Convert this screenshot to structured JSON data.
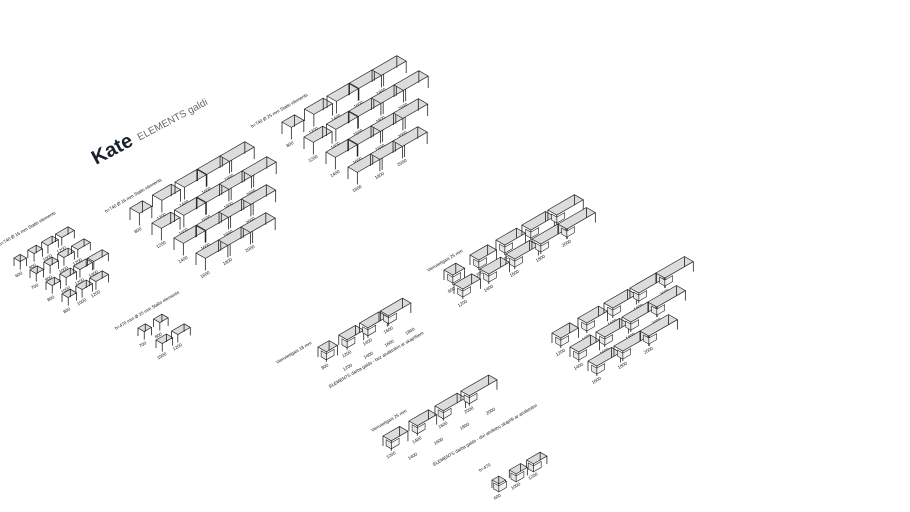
{
  "title": {
    "brand": "Kate",
    "subtitle": "ELEMENTS galdi"
  },
  "colors": {
    "top_fill": "#dcdcdc",
    "stroke": "#222222",
    "brand": "#1a2230",
    "subtitle": "#666666"
  },
  "groups": [
    {
      "id": "top",
      "label": "h=740   Ø 25 mm Stalto elements",
      "pedestal": false,
      "rows": [
        [
          "800",
          "1200",
          "1400",
          "1600",
          "1800"
        ],
        [
          "1200",
          "1400",
          "1600",
          "1800",
          "2000"
        ],
        [
          "1400",
          "1600",
          "1800",
          "2000"
        ],
        [
          "1600",
          "1800",
          "2000"
        ]
      ]
    },
    {
      "id": "mid-left",
      "label": "h=740   Ø 16 mm Stalto elements",
      "pedestal": false,
      "rows": [
        [
          "800",
          "1200",
          "1400",
          "1600",
          "1800"
        ],
        [
          "1200",
          "1400",
          "1600",
          "1800",
          "2000"
        ],
        [
          "1400",
          "1600",
          "1800",
          "2000"
        ],
        [
          "1600",
          "1800",
          "2000"
        ]
      ]
    },
    {
      "id": "far-left",
      "label": "h=740   Ø 16 mm Stalto elements",
      "pedestal": false,
      "rows": [
        [
          "600",
          "800",
          "1000",
          "1200"
        ],
        [
          "700",
          "800",
          "1000",
          "1200"
        ],
        [
          "800",
          "1000",
          "1200",
          "1400"
        ],
        [
          "800",
          "1000",
          "1200"
        ]
      ]
    },
    {
      "id": "small",
      "label": "h=470 mm Ø 25 mm Stalto elements",
      "pedestal": false,
      "rows": [
        [
          "700",
          "800"
        ],
        [
          "1000",
          "1200"
        ]
      ]
    },
    {
      "id": "desk-25",
      "label": "Vienvietīgais 25 mm",
      "pedestal": true,
      "rows": [
        [
          "800",
          "1200",
          "1400",
          "1600",
          "1800"
        ],
        [
          "1200",
          "1400",
          "1600",
          "1800",
          "2000"
        ]
      ]
    },
    {
      "id": "desk-right",
      "label": "",
      "pedestal": true,
      "rows": [
        [
          "1200",
          "1400",
          "1600",
          "1800",
          "2000"
        ],
        [
          "1400",
          "1600",
          "1800",
          "2000"
        ],
        [
          "1600",
          "1800",
          "2000"
        ]
      ]
    },
    {
      "id": "single-18",
      "label": "Vienvietīgais 18 mm",
      "pedestal": true,
      "note": "ELEMENTS darba galds - bez atvilktnēm ar skapīšiem",
      "rows": [
        [
          "800",
          "1200",
          "1400",
          "1600"
        ]
      ],
      "extra": [
        "1200",
        "1400",
        "1600",
        "1800"
      ]
    },
    {
      "id": "double-25",
      "label": "Vienvietīgais 25 mm",
      "pedestal": true,
      "note": "ELEMENTS darba galds - divi atvilktņu skapīši ar atvilktnēm",
      "rows": [
        [
          "1200",
          "1400",
          "1600",
          "2000"
        ]
      ],
      "extra": [
        "1400",
        "1600",
        "1800",
        "2000"
      ]
    },
    {
      "id": "mini",
      "label": "h=470",
      "pedestal": true,
      "rows": [
        [
          "600",
          "1000",
          "1200"
        ]
      ]
    }
  ]
}
